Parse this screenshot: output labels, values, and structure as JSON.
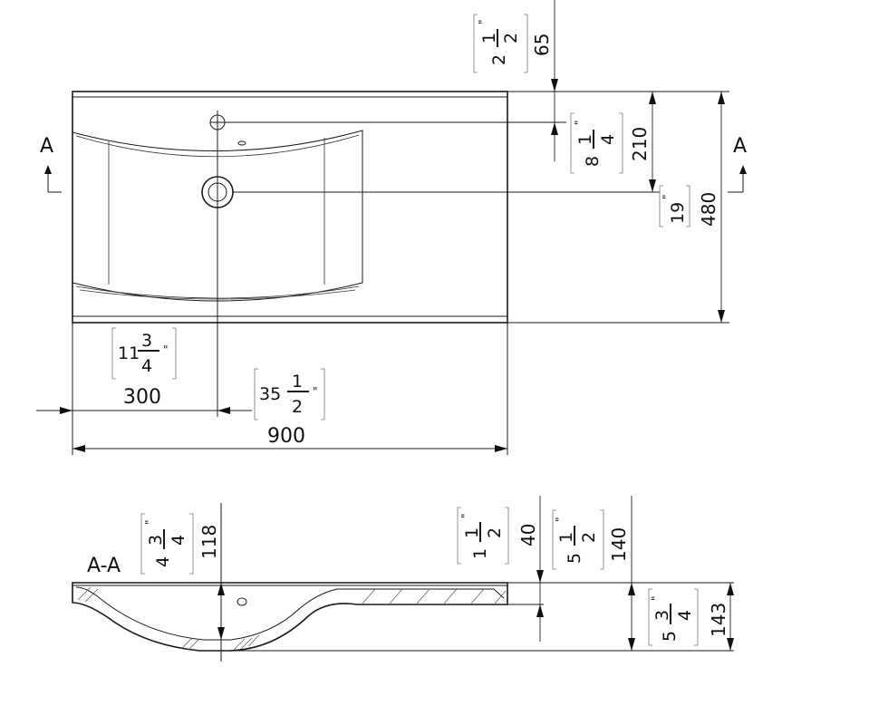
{
  "section_marker": "A",
  "section_title": "A-A",
  "inch_mark": "\"",
  "top_view": {
    "width_mm": "900",
    "width_in": {
      "whole": "35",
      "num": "1",
      "den": "2"
    },
    "tap_offset_mm": "300",
    "tap_offset_in": {
      "whole": "11",
      "num": "3",
      "den": "4"
    },
    "rim_mm": "65",
    "rim_in": {
      "whole": "2",
      "num": "1",
      "den": "2"
    },
    "drain_y_mm": "210",
    "drain_y_in": {
      "whole": "8",
      "num": "1",
      "den": "4"
    },
    "depth_mm": "480",
    "depth_in": "19"
  },
  "section_view": {
    "bowl_depth_mm": "118",
    "bowl_depth_in": {
      "whole": "4",
      "num": "3",
      "den": "4"
    },
    "slab_mm": "40",
    "slab_in": {
      "whole": "1",
      "num": "1",
      "den": "2"
    },
    "mid_mm": "140",
    "mid_in": {
      "whole": "5",
      "num": "1",
      "den": "2"
    },
    "total_mm": "143",
    "total_in": {
      "whole": "5",
      "num": "3",
      "den": "4"
    }
  }
}
